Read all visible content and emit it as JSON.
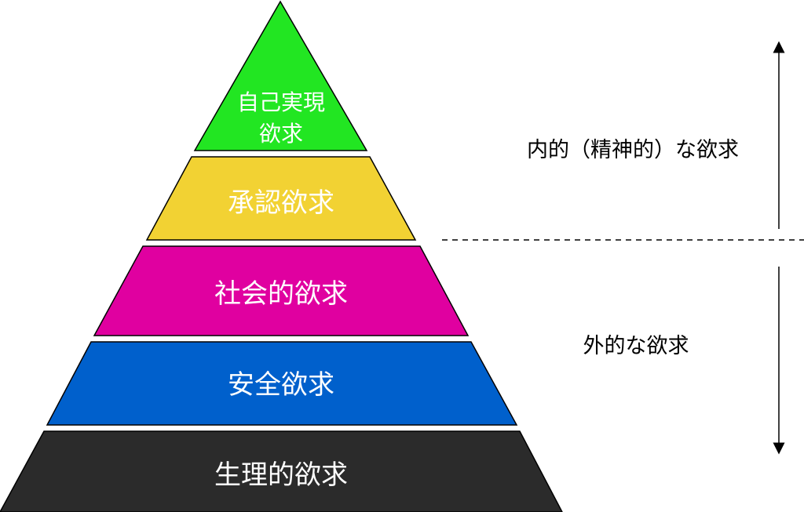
{
  "levels": {
    "self_actualization": {
      "line1": "自己実現",
      "line2": "欲求",
      "color": "#22e622"
    },
    "esteem": {
      "label": "承認欲求",
      "color": "#f2d233"
    },
    "social": {
      "label": "社会的欲求",
      "color": "#e000a0"
    },
    "safety": {
      "label": "安全欲求",
      "color": "#0060cc"
    },
    "physiological": {
      "label": "生理的欲求",
      "color": "#2b2b2b"
    }
  },
  "side_labels": {
    "internal": "内的（精神的）な欲求",
    "external": "外的な欲求"
  },
  "colors": {
    "outline": "#000000",
    "text_on_level": "#ffffff",
    "arrow": "#000000"
  }
}
